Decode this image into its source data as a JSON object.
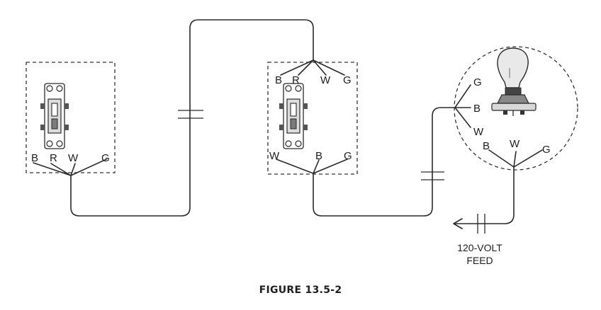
{
  "figure_caption": "FIGURE 13.5-2",
  "switch_box_1": {
    "terminals": [
      "B",
      "R",
      "W",
      "G"
    ]
  },
  "switch_box_2": {
    "top_terminals": [
      "B",
      "R",
      "W",
      "G"
    ],
    "bottom_terminals": [
      "W",
      "B",
      "G"
    ]
  },
  "lamp_box": {
    "left_terminals": [
      "G",
      "B",
      "W"
    ],
    "feed_terminals": [
      "B",
      "W",
      "G"
    ]
  },
  "feed": {
    "line1": "120-VOLT",
    "line2": "FEED"
  }
}
